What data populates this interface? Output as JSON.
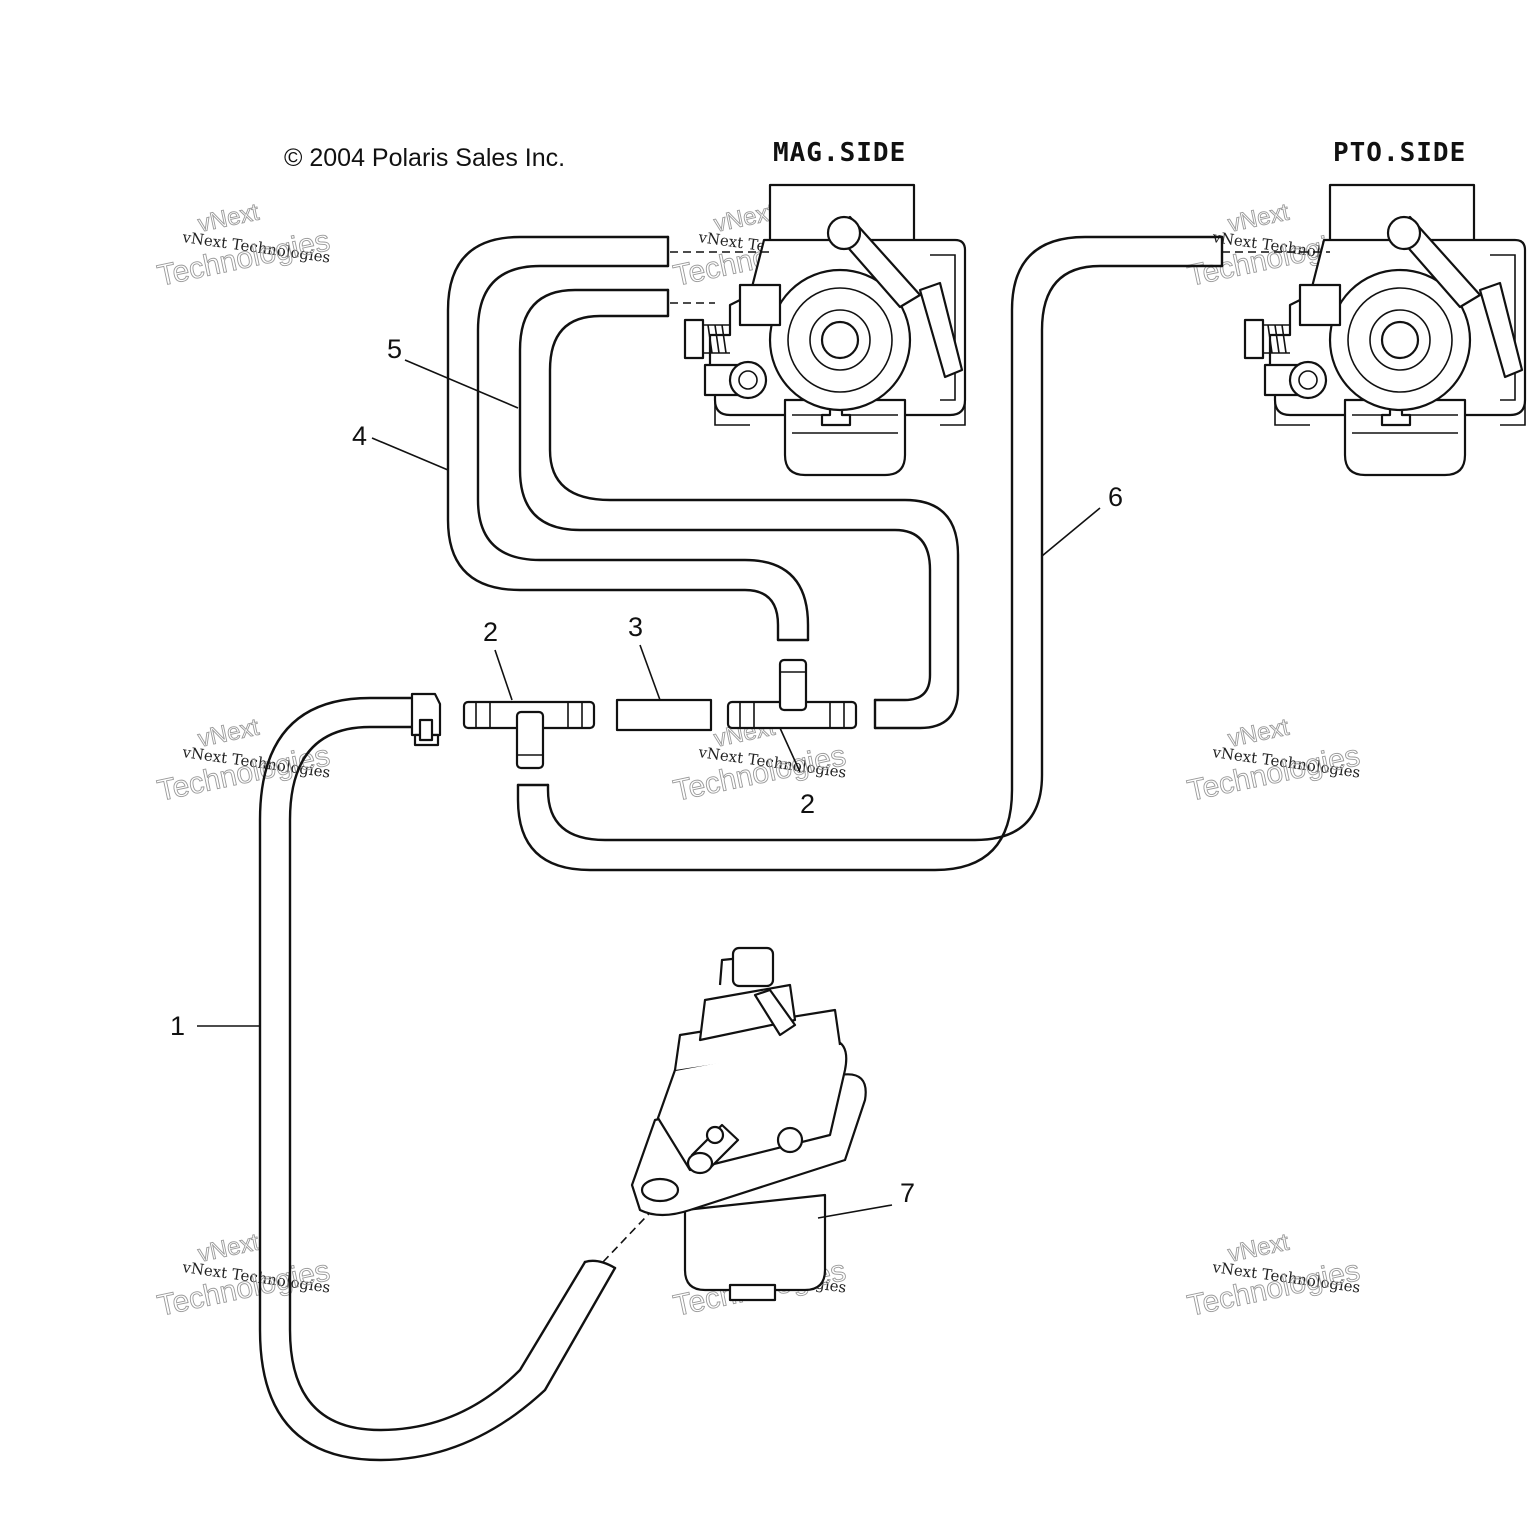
{
  "copyright": "© 2004 Polaris Sales Inc.",
  "sides": {
    "mag": "MAG.SIDE",
    "pto": "PTO.SIDE"
  },
  "callouts": {
    "c1": "1",
    "c2a": "2",
    "c2b": "2",
    "c3": "3",
    "c4": "4",
    "c5": "5",
    "c6": "6",
    "c7": "7"
  },
  "watermark": {
    "line1": "vNext Technologies",
    "line2": "vNext",
    "line3": "Technologies"
  }
}
